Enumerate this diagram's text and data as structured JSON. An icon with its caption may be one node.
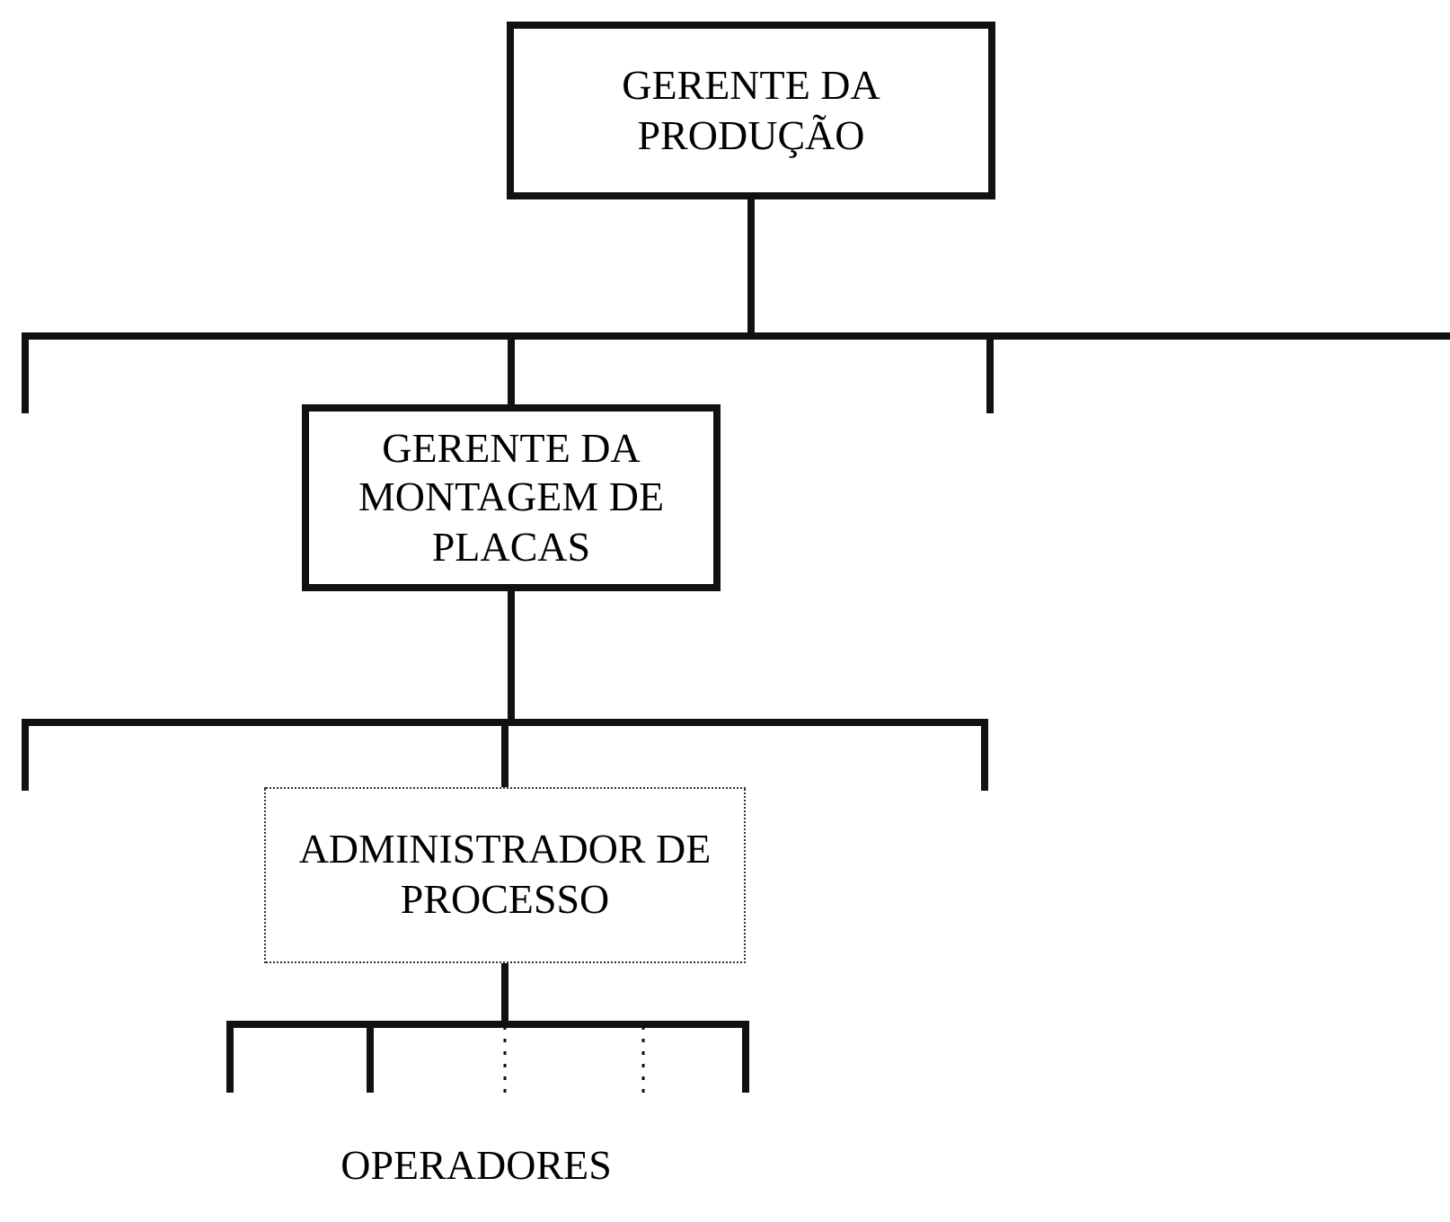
{
  "diagram": {
    "nodes": [
      {
        "text": [
          "GERENTE DA PRODUÇÃO"
        ]
      },
      {
        "text": [
          "GERENTE DA MONTAGEM DE PLACAS"
        ]
      },
      {
        "text": [
          "ADMINISTRADOR DE PROCESSO"
        ]
      }
    ],
    "edges": [
      {
        "from": 0,
        "to": null,
        "arrow": "none"
      },
      {
        "from": 0,
        "to": 1,
        "arrow": "none"
      },
      {
        "from": 0,
        "to": null,
        "arrow": "none"
      },
      {
        "from": 0,
        "to": null,
        "arrow": "none"
      },
      {
        "from": 1,
        "to": null,
        "arrow": "none"
      },
      {
        "from": 1,
        "to": 2,
        "arrow": "none"
      },
      {
        "from": 1,
        "to": null,
        "arrow": "none"
      },
      {
        "from": 2,
        "to": null,
        "arrow": "none"
      },
      {
        "from": 2,
        "to": null,
        "arrow": "none"
      },
      {
        "from": 2,
        "to": null,
        "arrow": "none",
        "style": "dashed"
      },
      {
        "from": 2,
        "to": null,
        "arrow": "none",
        "style": "dashed"
      },
      {
        "from": 2,
        "to": null,
        "arrow": "none"
      }
    ],
    "labels": [
      "OPERADORES"
    ]
  }
}
